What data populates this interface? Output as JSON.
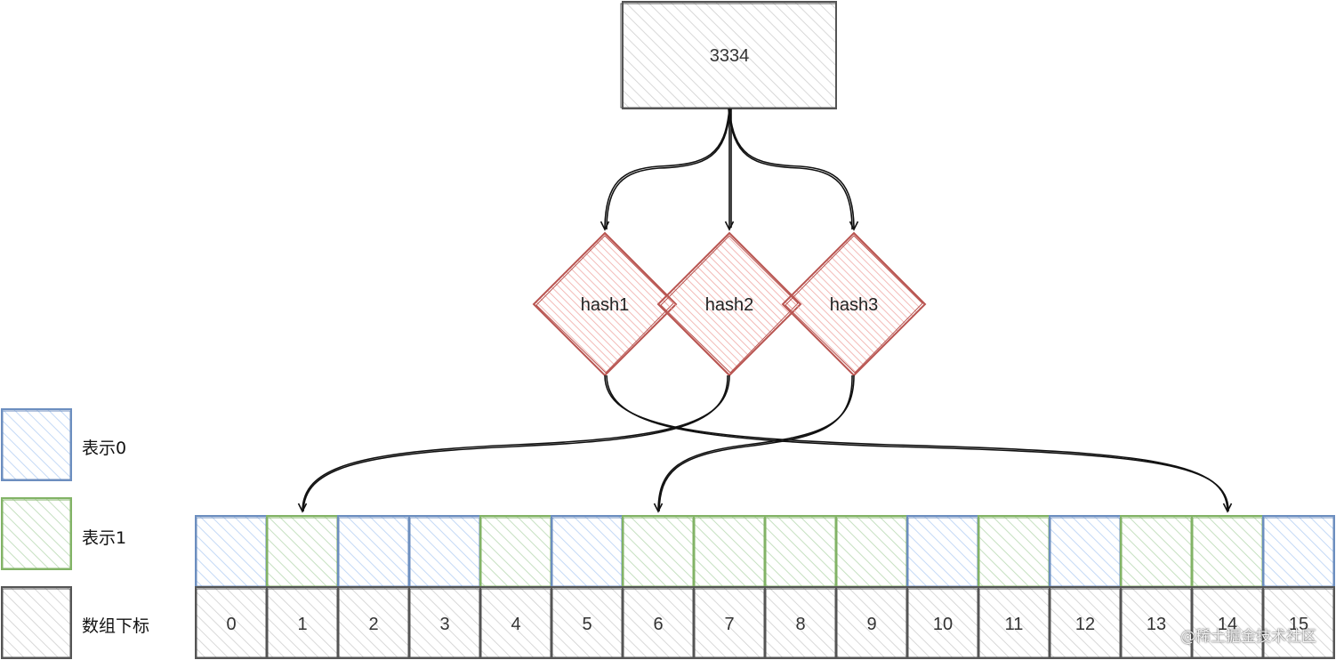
{
  "input_value": "3334",
  "hash_functions": [
    {
      "label": "hash1",
      "target_index": 14
    },
    {
      "label": "hash2",
      "target_index": 1
    },
    {
      "label": "hash3",
      "target_index": 6
    }
  ],
  "legend": {
    "zero_label": "表示0",
    "one_label": "表示1",
    "index_label": "数组下标"
  },
  "bits": [
    0,
    1,
    0,
    0,
    1,
    0,
    1,
    1,
    1,
    1,
    0,
    1,
    0,
    1,
    1,
    0
  ],
  "indices": [
    "0",
    "1",
    "2",
    "3",
    "4",
    "5",
    "6",
    "7",
    "8",
    "9",
    "10",
    "11",
    "12",
    "13",
    "14",
    "15"
  ],
  "colors": {
    "zero_stroke": "#6c8ebf",
    "zero_fill": "#dae8fc",
    "one_stroke": "#82b366",
    "one_fill": "#d5e8d4",
    "hash_stroke": "#b85450",
    "hash_fill": "#f8cecc",
    "gray_stroke": "#555555",
    "gray_fill": "#eeeeee"
  },
  "watermark": "@稀土掘金技术社区"
}
